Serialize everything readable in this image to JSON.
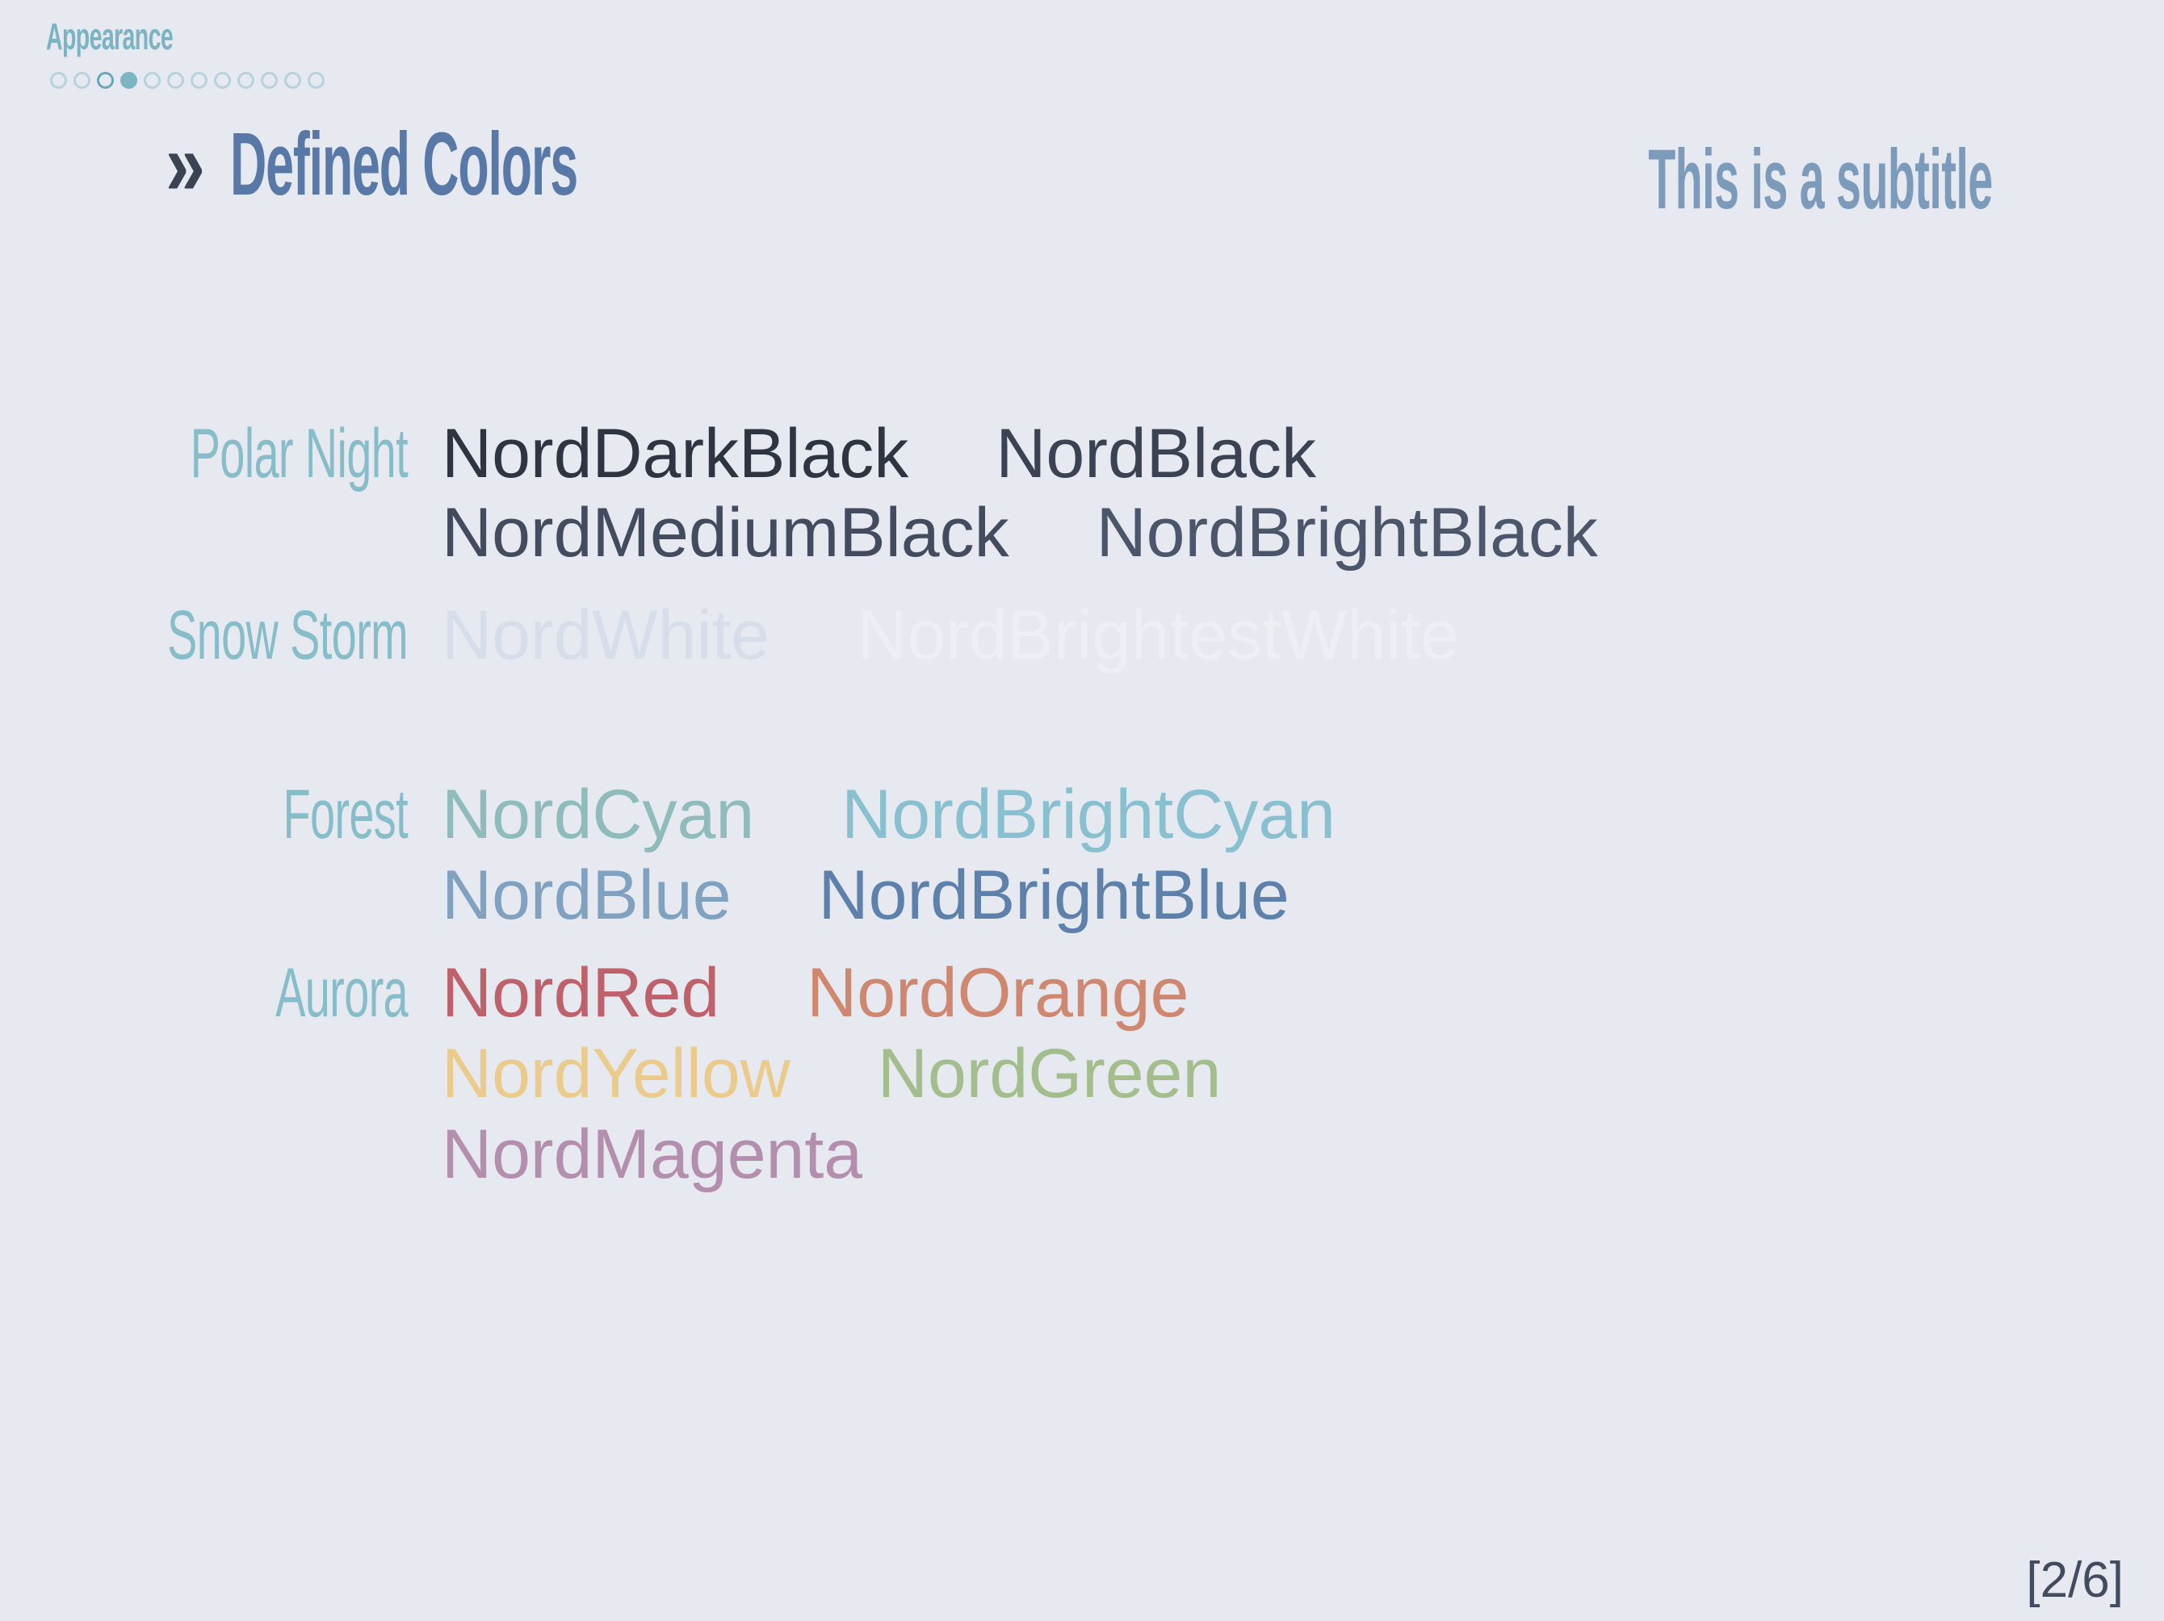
{
  "background": "#E6E9F0",
  "theme": {
    "section_color": "#7CB3C3",
    "label_color": "#86BDC9",
    "marker_color": "#3B4252",
    "title_color": "#5879A8",
    "subtitle_color": "#7C9BBA",
    "footer_color": "#434C5E",
    "dot_ring_color": "#B6D3DD",
    "dot_section_ring_color": "#6AA7BA",
    "dot_fill_color": "#7DB5C5"
  },
  "header": {
    "section": "Appearance",
    "dots": {
      "total": 12,
      "current": 4,
      "section_start": 3
    }
  },
  "title_block": {
    "marker": "»",
    "title": "Defined Colors",
    "subtitle": "This is a subtitle"
  },
  "palette_groups": [
    {
      "label": "Polar Night",
      "lines": [
        [
          {
            "name": "NordDarkBlack",
            "color": "#2E3440"
          },
          {
            "name": "NordBlack",
            "color": "#3B4252"
          }
        ],
        [
          {
            "name": "NordMediumBlack",
            "color": "#434C5E"
          },
          {
            "name": "NordBrightBlack",
            "color": "#4C566A"
          }
        ]
      ]
    },
    {
      "label": "Snow Storm",
      "lines": [
        [
          {
            "name": "NordWhite",
            "color": "#D8DEE9"
          },
          {
            "name": "NordBrightestWhite",
            "color": "#ECEFF4"
          }
        ]
      ]
    },
    {
      "label": "Forest",
      "lines": [
        [
          {
            "name": "NordCyan",
            "color": "#8FBCBB"
          },
          {
            "name": "NordBrightCyan",
            "color": "#88C0D0"
          }
        ],
        [
          {
            "name": "NordBlue",
            "color": "#81A1C1"
          },
          {
            "name": "NordBrightBlue",
            "color": "#5E81AC"
          }
        ]
      ]
    },
    {
      "label": "Aurora",
      "lines": [
        [
          {
            "name": "NordRed",
            "color": "#BF616A"
          },
          {
            "name": "NordOrange",
            "color": "#D08770"
          }
        ],
        [
          {
            "name": "NordYellow",
            "color": "#EBCB8B"
          },
          {
            "name": "NordGreen",
            "color": "#A3BE8C"
          }
        ],
        [
          {
            "name": "NordMagenta",
            "color": "#B48EAD"
          }
        ]
      ]
    }
  ],
  "footer": {
    "page_indicator": "[2/6]"
  }
}
